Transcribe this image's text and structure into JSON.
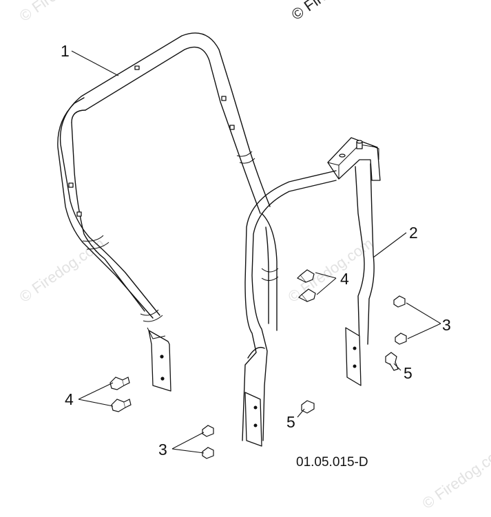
{
  "watermark": {
    "text_1": "© Firedog.com",
    "text_2": "© Firedog.com",
    "text_3": "© Firedog.com",
    "text_4": "© Firedog.com",
    "text_5": "© Firedog.com"
  },
  "callouts": {
    "label_1": "1",
    "label_2": "2",
    "label_3_right": "3",
    "label_3_left": "3",
    "label_4_center": "4",
    "label_4_left": "4",
    "label_5_right": "5",
    "label_5_center": "5"
  },
  "drawing_code": "01.05.015-D"
}
